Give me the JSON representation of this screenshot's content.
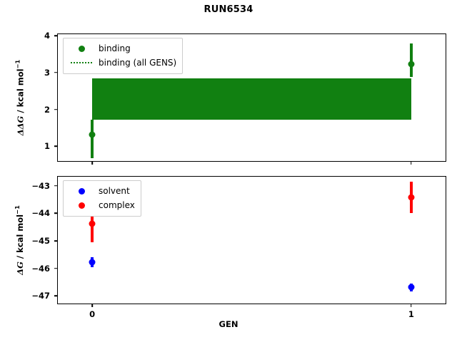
{
  "figure": {
    "title": "RUN6534",
    "xlabel": "GEN"
  },
  "colors": {
    "binding": "#118011",
    "solvent": "#0000ff",
    "complex": "#ff0000",
    "axis": "#000000",
    "background": "#ffffff"
  },
  "panels": {
    "top": {
      "ylabel_main": "ΔΔG",
      "ylabel_units": " / kcal mol",
      "ylabel_exp": "−1",
      "yticks": [
        "4",
        "3",
        "2",
        "1"
      ],
      "legend": [
        {
          "label": "binding",
          "style": "marker",
          "color": "#118011"
        },
        {
          "label": "binding (all GENS)",
          "style": "dotted-line",
          "color": "#118011"
        }
      ]
    },
    "bottom": {
      "ylabel_main": "ΔG",
      "ylabel_units": " / kcal mol",
      "ylabel_exp": "−1",
      "yticks": [
        "−43",
        "−44",
        "−45",
        "−46",
        "−47"
      ],
      "legend": [
        {
          "label": "solvent",
          "style": "marker",
          "color": "#0000ff"
        },
        {
          "label": "complex",
          "style": "marker",
          "color": "#ff0000"
        }
      ]
    }
  },
  "xticks": [
    "0",
    "1"
  ],
  "chart_data": [
    {
      "type": "scatter",
      "panel": "top",
      "title": "RUN6534",
      "xlabel": "GEN",
      "ylabel": "ΔΔG / kcal mol⁻¹",
      "x": [
        0,
        1
      ],
      "xlim": [
        -0.11,
        1.11
      ],
      "ylim": [
        0.58,
        4.06
      ],
      "xtick_labels": [
        "0",
        "1"
      ],
      "ytick_labels": [
        "4",
        "3",
        "2",
        "1"
      ],
      "ytick_values": [
        4,
        3,
        2,
        1
      ],
      "grid": false,
      "legend_position": "upper left",
      "series": [
        {
          "name": "binding",
          "color": "#118011",
          "marker": "o",
          "values": [
            1.31,
            3.23
          ],
          "yerr_low": [
            0.67,
            2.89
          ],
          "yerr_high": [
            1.73,
            3.79
          ]
        },
        {
          "name": "binding (all GENS)",
          "color": "#118011",
          "style": "dotted-line",
          "band_low": 1.73,
          "band_high": 2.85,
          "band_center": 2.29,
          "note": "horizontal shaded confidence band spanning all GENS"
        }
      ]
    },
    {
      "type": "scatter",
      "panel": "bottom",
      "xlabel": "GEN",
      "ylabel": "ΔG / kcal mol⁻¹",
      "x": [
        0,
        1
      ],
      "xlim": [
        -0.11,
        1.11
      ],
      "ylim": [
        -47.3,
        -42.65
      ],
      "xtick_labels": [
        "0",
        "1"
      ],
      "ytick_labels": [
        "−43",
        "−44",
        "−45",
        "−46",
        "−47"
      ],
      "ytick_values": [
        -43,
        -44,
        -45,
        -46,
        -47
      ],
      "grid": false,
      "legend_position": "upper left",
      "series": [
        {
          "name": "solvent",
          "color": "#0000ff",
          "marker": "o",
          "values": [
            -45.78,
            -46.69
          ],
          "yerr_low": [
            -45.96,
            -46.84
          ],
          "yerr_high": [
            -45.59,
            -46.55
          ]
        },
        {
          "name": "complex",
          "color": "#ff0000",
          "marker": "o",
          "values": [
            -44.39,
            -43.43
          ],
          "yerr_low": [
            -45.06,
            -43.99
          ],
          "yerr_high": [
            -43.73,
            -42.86
          ]
        }
      ]
    }
  ]
}
